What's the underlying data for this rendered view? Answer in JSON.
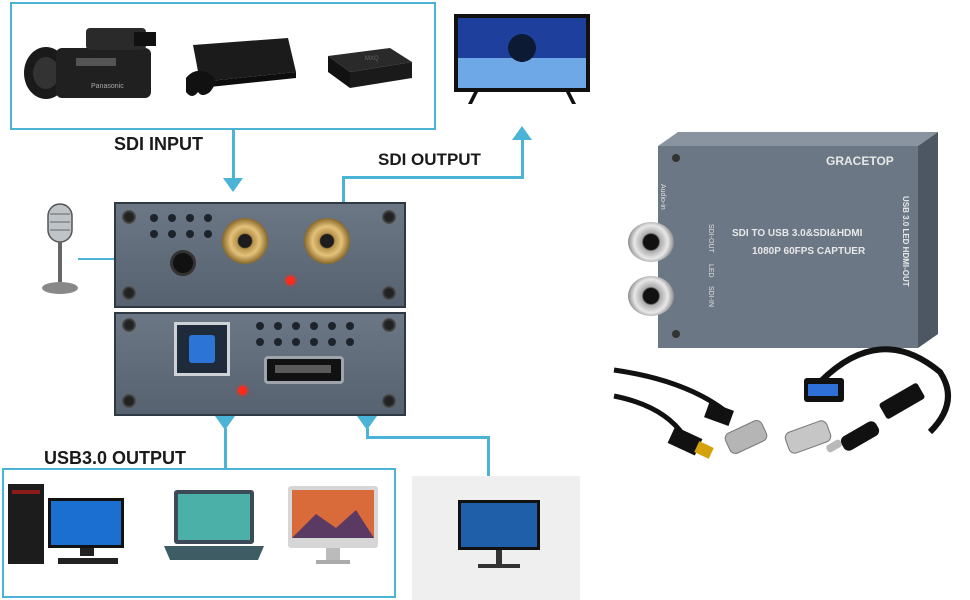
{
  "labels": {
    "sdi_input": "SDI INPUT",
    "sdi_output": "SDI OUTPUT",
    "usb_output": "USB3.0 OUTPUT"
  },
  "device": {
    "brand": "GRACETOP",
    "title_line1": "SDI TO USB 3.0&SDI&HDMI",
    "title_line2": "1080P 60FPS CAPTUER",
    "side_audio": "Audio-in",
    "side_sdi_out": "SDI-OUT",
    "side_led": "LED",
    "side_sdi_in": "SDI-IN",
    "side_right": "USB 3.0  LED  HDMI-OUT"
  },
  "colors": {
    "accent": "#4ab3d6",
    "device_body": "#6b7785",
    "led": "#ff2a1a"
  },
  "icons": [
    "camcorder-icon",
    "game-console-icon",
    "tv-box-icon",
    "tv-icon",
    "microphone-icon",
    "desktop-pc-icon",
    "laptop-icon",
    "imac-icon",
    "monitor-icon",
    "usb-cable-icon",
    "bnc-adapter-icon",
    "usb-c-adapter-icon"
  ]
}
